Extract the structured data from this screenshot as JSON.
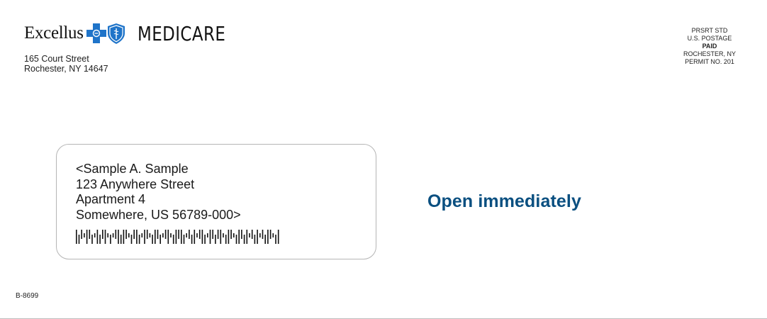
{
  "sender": {
    "brand_name": "Excellus",
    "product": "MEDICARE",
    "logo_icons": [
      "blue-cross-icon",
      "blue-shield-icon"
    ],
    "address_line1": "165 Court Street",
    "address_line2": "Rochester, NY 14647"
  },
  "postage": {
    "line1": "PRSRT STD",
    "line2": "U.S. POSTAGE",
    "line3": "PAID",
    "line4": "ROCHESTER, NY",
    "line5": "PERMIT NO. 201"
  },
  "recipient": {
    "line1": "<Sample A. Sample",
    "line2": "123 Anywhere Street",
    "line3": "Apartment 4",
    "line4": "Somewhere, US 56789-000>",
    "barcode_icon": "intelligent-mail-barcode-icon"
  },
  "callout": "Open immediately",
  "form_code": "B-8699",
  "colors": {
    "brand_blue": "#1f74c9",
    "callout_blue": "#0a4f80"
  }
}
